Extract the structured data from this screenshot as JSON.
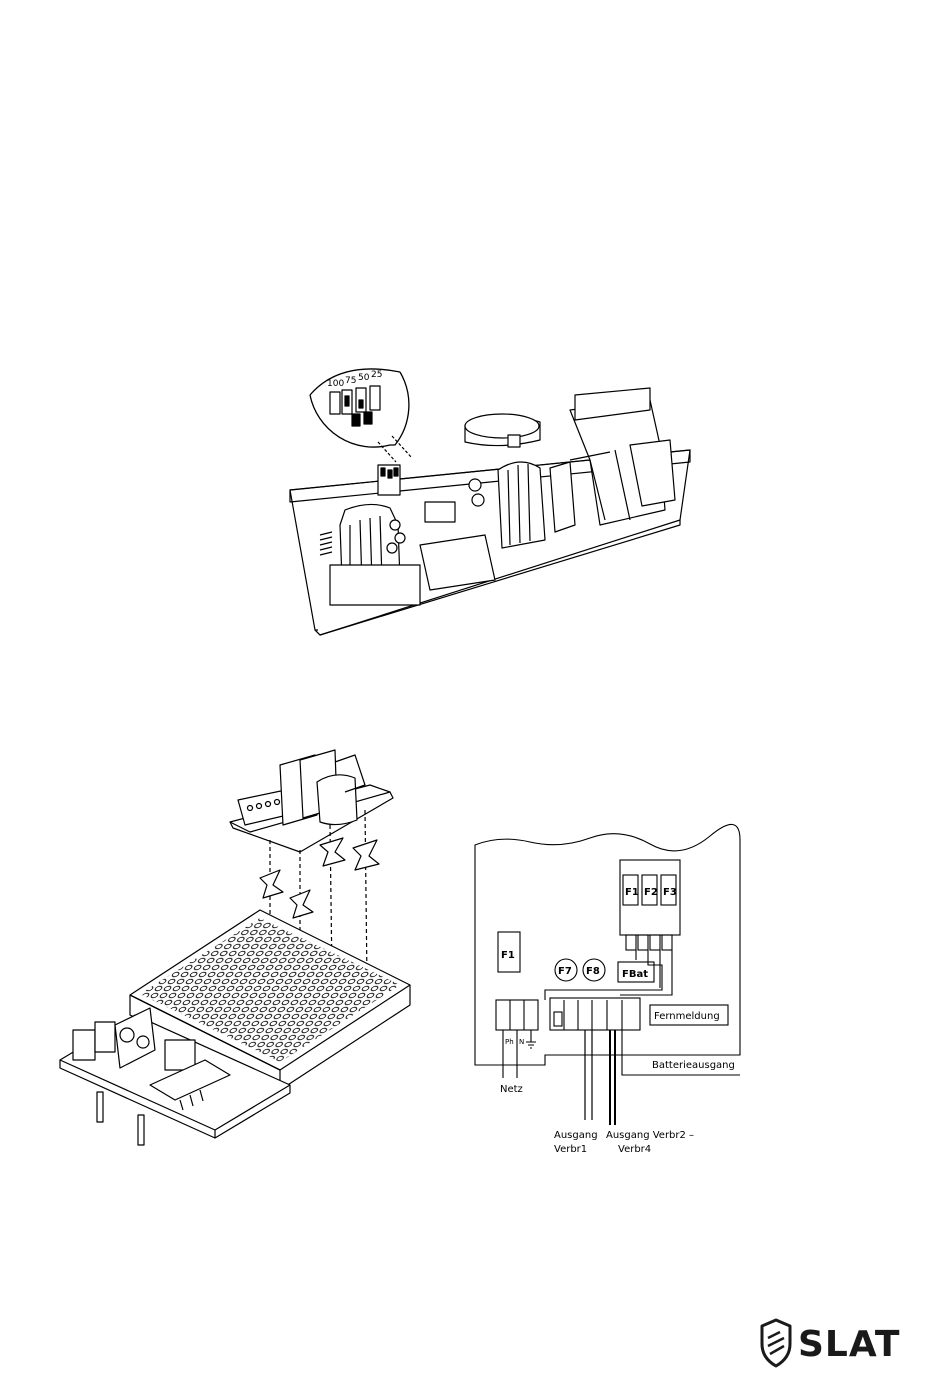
{
  "board_figure": {
    "dip_scale": [
      "100",
      "75",
      "50",
      "25"
    ]
  },
  "wiring": {
    "fuses_top": [
      "F1",
      "F2",
      "F3"
    ],
    "fuse_left": "F1",
    "fuse_round": [
      "F7",
      "F8"
    ],
    "fuse_bat": "FBat",
    "remote_box": "Fernmeldung",
    "net_terminals": [
      "Ph",
      "N"
    ],
    "net_label": "Netz",
    "battery_label": "Batterieausgang",
    "out1_line1": "Ausgang",
    "out1_line2": "Verbr1",
    "out2_line1": "Ausgang Verbr2 –",
    "out2_line2": "Verbr4"
  },
  "brand": {
    "name": "SLAT",
    "logo_icon": "shield-logo-icon"
  }
}
